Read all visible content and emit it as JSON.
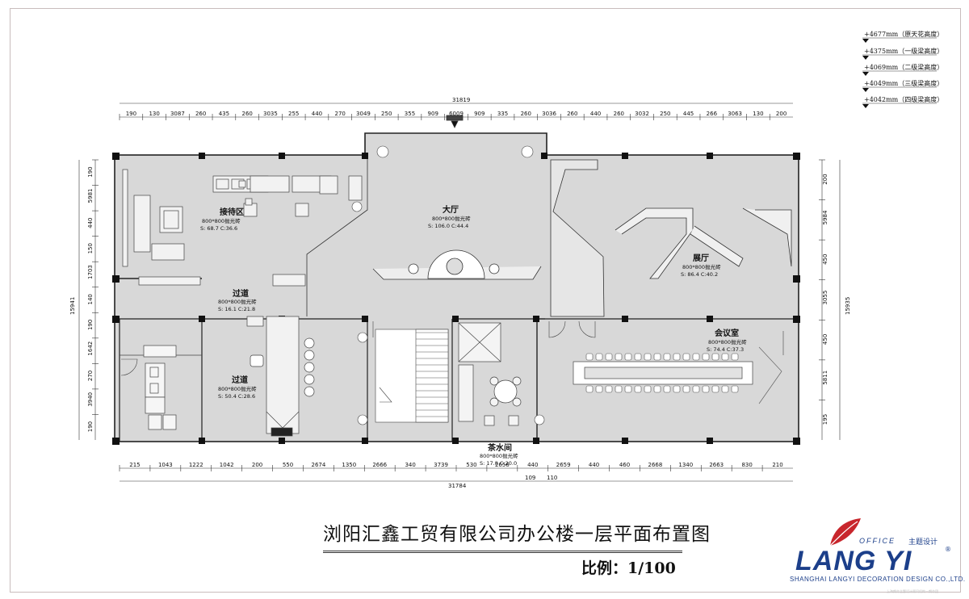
{
  "title": "浏阳汇鑫工贸有限公司办公楼一层平面布置图",
  "scale": "比例：1/100",
  "logo": {
    "office": "OFFICE",
    "cn": "主题设计",
    "main": "LANG YI",
    "registered": "®",
    "sub": "SHANGHAI LANGYI DECORATION DESIGN CO.,LTD.",
    "footnote": "上海朗亦主题设计顾问机构—朗亦团",
    "color": "#1c3f8a",
    "leaf_color": "#c8262c"
  },
  "levels": [
    "+4677mm（原天花高度）",
    "+4375mm（一级梁高度）",
    "+4069mm（二级梁高度）",
    "+4049mm（三级梁高度）",
    "+4042mm（四级梁高度）"
  ],
  "dims": {
    "top_total": "31819",
    "top_segments": [
      "190",
      "130",
      "3087",
      "260",
      "435",
      "260",
      "3035",
      "255",
      "440",
      "270",
      "3049",
      "250",
      "355",
      "909",
      "6009",
      "909",
      "335",
      "260",
      "3036",
      "260",
      "440",
      "260",
      "3032",
      "250",
      "445",
      "266",
      "3063",
      "130",
      "200"
    ],
    "bottom_segments": [
      "215",
      "1043",
      "1222",
      "1042",
      "200",
      "550",
      "2674",
      "1350",
      "2666",
      "340",
      "3739",
      "530",
      "2656",
      "440",
      "2659",
      "440",
      "460",
      "2668",
      "1340",
      "2663",
      "830",
      "210"
    ],
    "bottom_sub": [
      "109",
      "110"
    ],
    "bottom_total": "31784",
    "left_segments": [
      "190",
      "5981",
      "440",
      "150",
      "1703",
      "140",
      "190",
      "1642",
      "270",
      "3940",
      "190"
    ],
    "left_total": "15941",
    "right_segments": [
      "200",
      "5984",
      "450",
      "3055",
      "450",
      "5811",
      "195"
    ],
    "right_total": "15935"
  },
  "rooms": [
    {
      "name": "接待区",
      "floor": "800*800抛光砖",
      "area": "S: 68.7 C:36.6"
    },
    {
      "name": "大厅",
      "floor": "800*800抛光砖",
      "area": "S: 106.0 C:44.4"
    },
    {
      "name": "展厅",
      "floor": "800*800抛光砖",
      "area": "S: 86.4 C:40.2"
    },
    {
      "name": "过道",
      "floor": "800*800抛光砖",
      "area": "S: 16.1 C:21.8"
    },
    {
      "name": "会议室",
      "floor": "800*800抛光砖",
      "area": "S: 74.4 C:37.3"
    },
    {
      "name": "过道",
      "floor": "800*800抛光砖",
      "area": "S: 50.4 C:28.6"
    },
    {
      "name": "茶水间",
      "floor": "800*800抛光砖",
      "area": "S: 17.8 C:20.0"
    }
  ]
}
